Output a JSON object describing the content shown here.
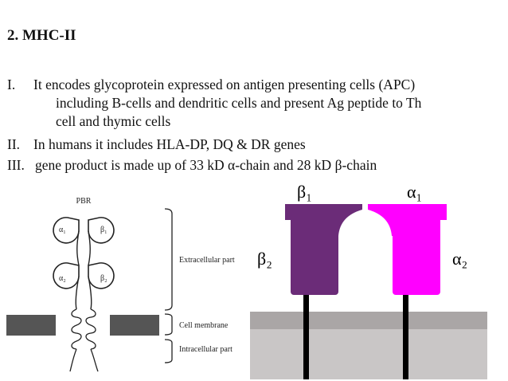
{
  "slide": {
    "title": "2. MHC-II",
    "items": [
      {
        "num": "I.",
        "lines": [
          "It encodes glycoprotein expressed on antigen presenting cells (APC)",
          "including B-cells and dendritic cells and present Ag peptide to Th",
          "cell and thymic cells"
        ]
      },
      {
        "num": "II.",
        "lines": [
          "In humans it includes HLA-DP, DQ & DR genes"
        ]
      },
      {
        "num": "III.",
        "lines": [
          "gene product is made up of 33 kD α-chain and 28 kD β-chain"
        ]
      }
    ]
  },
  "left_figure": {
    "pbr_label": "PBR",
    "alpha1": "α₁",
    "beta1": "β₁",
    "alpha2": "α₂",
    "beta2": "β₂",
    "extracellular_label": "Extracellular part",
    "membrane_label": "Cell membrane",
    "intracellular_label": "Intracellular part"
  },
  "right_figure": {
    "beta1": "β₁",
    "alpha1": "α₁",
    "beta2": "β₂",
    "alpha2": "α₂",
    "colors": {
      "beta": "#6b2c78",
      "alpha": "#ff00ff",
      "membrane_top": "#aaa6a6",
      "membrane_body": "#c9c6c6",
      "stem": "#000000"
    }
  }
}
